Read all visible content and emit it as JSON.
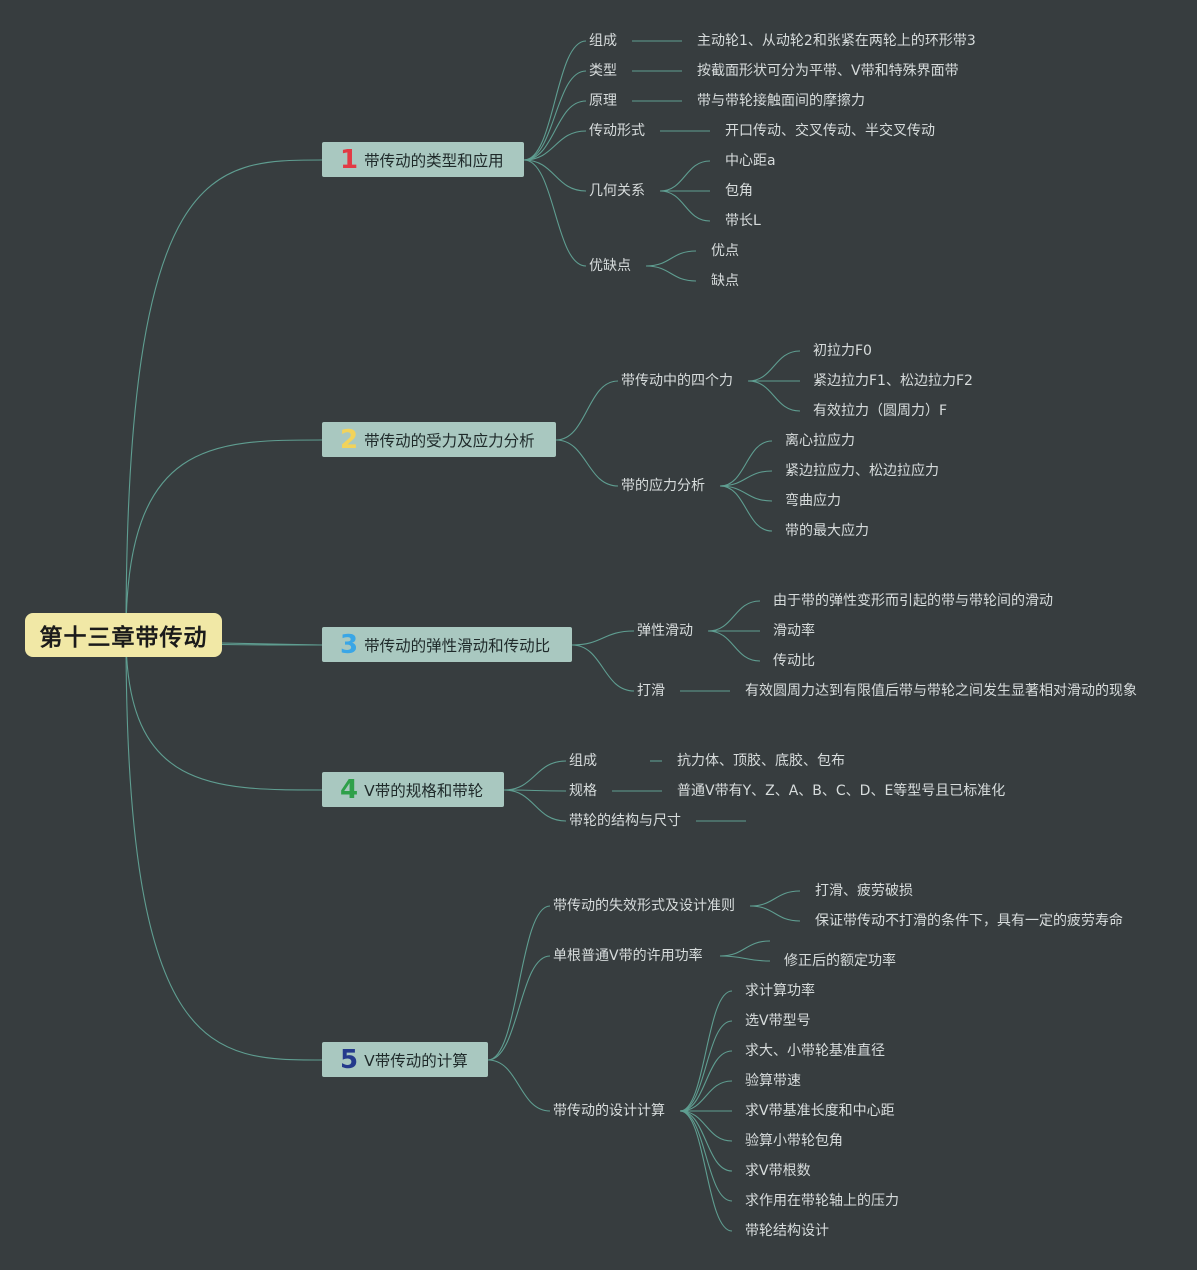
{
  "root": "第十三章带传动",
  "branches": [
    {
      "num": "1",
      "label": "带传动的类型和应用",
      "color": "#e23a44"
    },
    {
      "num": "2",
      "label": "带传动的受力及应力分析",
      "color": "#f2d35a"
    },
    {
      "num": "3",
      "label": "带传动的弹性滑动和传动比",
      "color": "#3aa6e6"
    },
    {
      "num": "4",
      "label": "V带的规格和带轮",
      "color": "#2fa04a"
    },
    {
      "num": "5",
      "label": "V带传动的计算",
      "color": "#243a8c"
    }
  ],
  "b1": {
    "zucheng": "组成",
    "zucheng_v": "主动轮1、从动轮2和张紧在两轮上的环形带3",
    "leixing": "类型",
    "leixing_v": "按截面形状可分为平带、V带和特殊界面带",
    "yuanli": "原理",
    "yuanli_v": "带与带轮接触面间的摩擦力",
    "xingshi": "传动形式",
    "xingshi_v": "开口传动、交叉传动、半交叉传动",
    "jihe": "几何关系",
    "jihe_items": [
      "中心距a",
      "包角",
      "带长L"
    ],
    "youque": "优缺点",
    "youque_items": [
      "优点",
      "缺点"
    ]
  },
  "b2": {
    "sili": "带传动中的四个力",
    "sili_items": [
      "初拉力F0",
      "紧边拉力F1、松边拉力F2",
      "有效拉力（圆周力）F"
    ],
    "yingli": "带的应力分析",
    "yingli_items": [
      "离心拉应力",
      "紧边拉应力、松边拉应力",
      "弯曲应力",
      "带的最大应力"
    ]
  },
  "b3": {
    "tanxing": "弹性滑动",
    "tanxing_items": [
      "由于带的弹性变形而引起的带与带轮间的滑动",
      "滑动率",
      "传动比"
    ],
    "dahua": "打滑",
    "dahua_v": "有效圆周力达到有限值后带与带轮之间发生显著相对滑动的现象"
  },
  "b4": {
    "zucheng": "组成",
    "zucheng_v": "抗力体、顶胶、底胶、包布",
    "guige": "规格",
    "guige_v": "普通V带有Y、Z、A、B、C、D、E等型号且已标准化",
    "jiegou": "带轮的结构与尺寸"
  },
  "b5": {
    "shixiao": "带传动的失效形式及设计准则",
    "shixiao_items": [
      "打滑、疲劳破损",
      "保证带传动不打滑的条件下，具有一定的疲劳寿命"
    ],
    "gonglv": "单根普通V带的许用功率",
    "gonglv_items": [
      "修正后的额定功率"
    ],
    "sheji": "带传动的设计计算",
    "sheji_items": [
      "求计算功率",
      "选V带型号",
      "求大、小带轮基准直径",
      "验算带速",
      "求V带基准长度和中心距",
      "验算小带轮包角",
      "求V带根数",
      "求作用在带轮轴上的压力",
      "带轮结构设计"
    ]
  },
  "colors": {
    "background": "#373d3f",
    "edge": "#5f9e91",
    "root_fill": "#f1e8a6",
    "branch_fill": "#a9c8c0",
    "text": "#d7dcdc"
  }
}
